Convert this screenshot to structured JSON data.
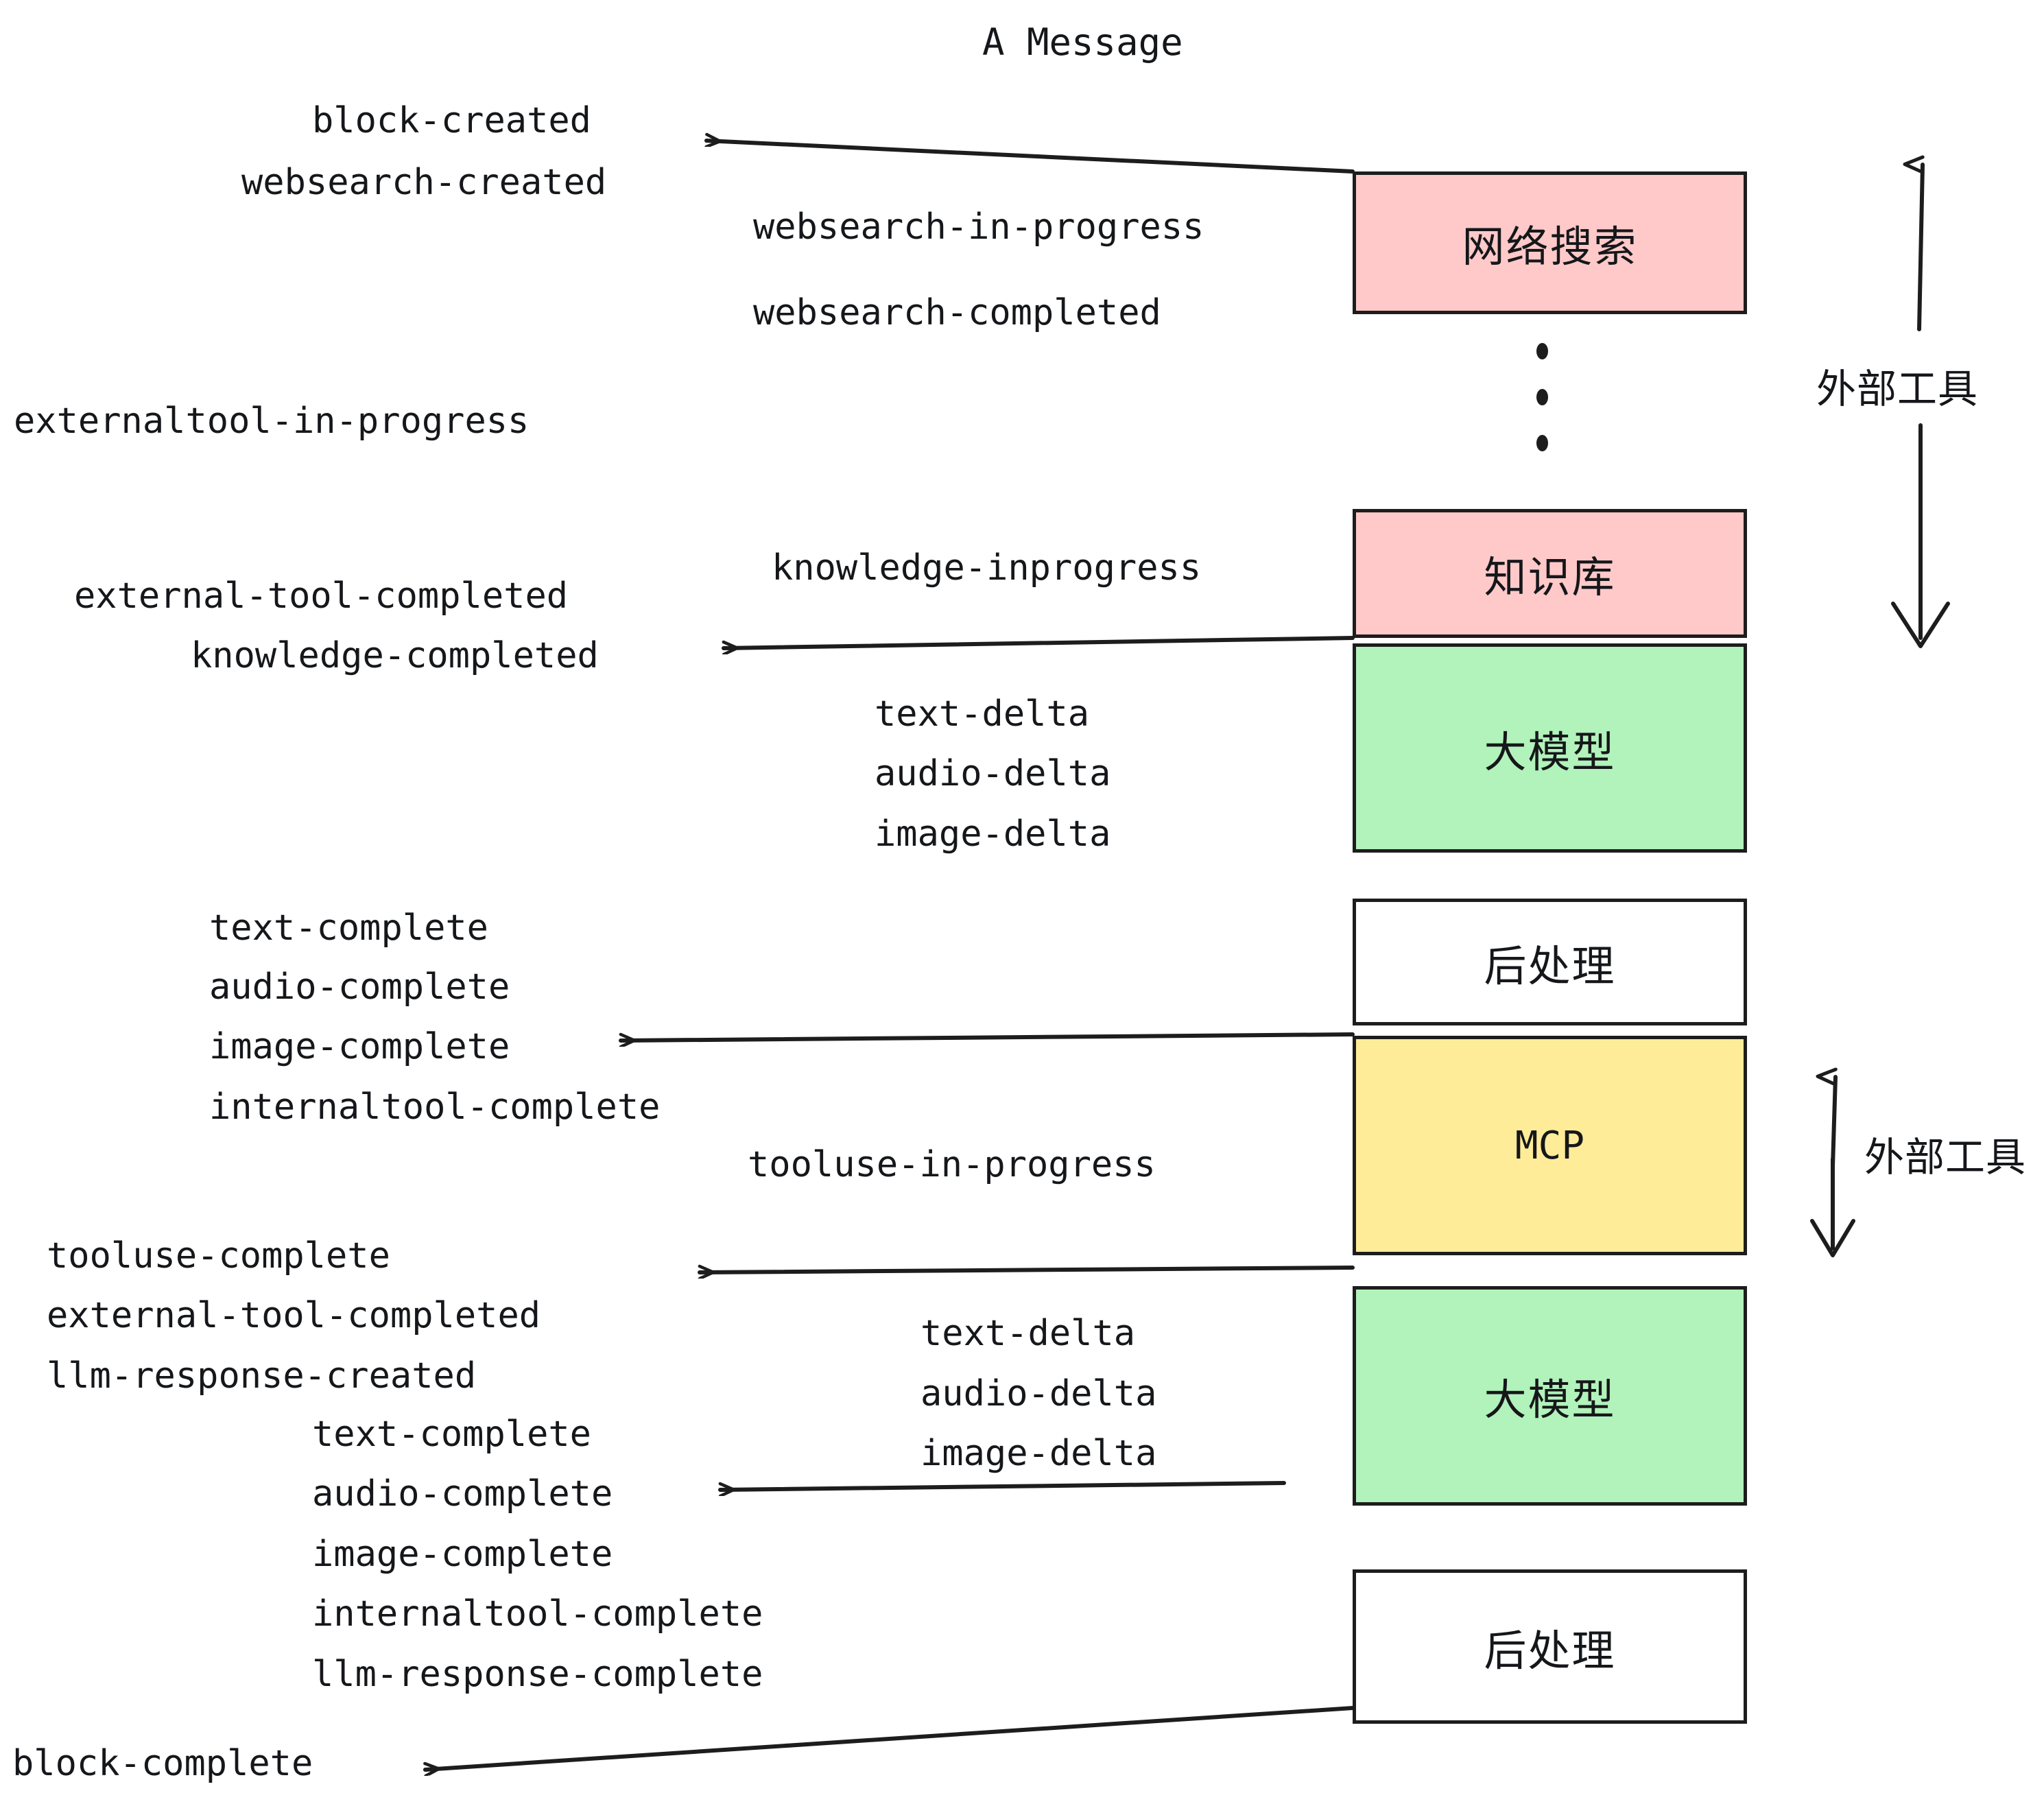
{
  "title": "A Message",
  "nodes": [
    {
      "id": "websearch",
      "label": "网络搜索",
      "color": "#ffc9c9"
    },
    {
      "id": "knowledge",
      "label": "知识库",
      "color": "#ffc9c9"
    },
    {
      "id": "llm-1",
      "label": "大模型",
      "color": "#b2f2bb"
    },
    {
      "id": "postprocess-1",
      "label": "后处理",
      "color": "#ffffff"
    },
    {
      "id": "mcp",
      "label": "MCP",
      "color": "#ffec99"
    },
    {
      "id": "llm-2",
      "label": "大模型",
      "color": "#b2f2bb"
    },
    {
      "id": "postprocess-2",
      "label": "后处理",
      "color": "#ffffff"
    }
  ],
  "side_labels": [
    {
      "id": "external-tools-top",
      "label": "外部工具"
    },
    {
      "id": "external-tools-bottom",
      "label": "外部工具"
    }
  ],
  "events": [
    {
      "id": "block-created",
      "label": "block-created"
    },
    {
      "id": "websearch-created",
      "label": "websearch-created"
    },
    {
      "id": "websearch-in-progress",
      "label": "websearch-in-progress"
    },
    {
      "id": "websearch-completed",
      "label": "websearch-completed"
    },
    {
      "id": "externaltool-in-progress",
      "label": "externaltool-in-progress"
    },
    {
      "id": "knowledge-inprogress",
      "label": "knowledge-inprogress"
    },
    {
      "id": "external-tool-completed-1",
      "label": "external-tool-completed"
    },
    {
      "id": "knowledge-completed",
      "label": "knowledge-completed"
    },
    {
      "id": "text-delta-1",
      "label": "text-delta"
    },
    {
      "id": "audio-delta-1",
      "label": "audio-delta"
    },
    {
      "id": "image-delta-1",
      "label": "image-delta"
    },
    {
      "id": "text-complete-1",
      "label": "text-complete"
    },
    {
      "id": "audio-complete-1",
      "label": "audio-complete"
    },
    {
      "id": "image-complete-1",
      "label": "image-complete"
    },
    {
      "id": "internaltool-complete-1",
      "label": "internaltool-complete"
    },
    {
      "id": "tooluse-in-progress",
      "label": "tooluse-in-progress"
    },
    {
      "id": "tooluse-complete",
      "label": "tooluse-complete"
    },
    {
      "id": "external-tool-completed-2",
      "label": "external-tool-completed"
    },
    {
      "id": "llm-response-created",
      "label": "llm-response-created"
    },
    {
      "id": "text-delta-2",
      "label": "text-delta"
    },
    {
      "id": "audio-delta-2",
      "label": "audio-delta"
    },
    {
      "id": "image-delta-2",
      "label": "image-delta"
    },
    {
      "id": "text-complete-2",
      "label": "text-complete"
    },
    {
      "id": "audio-complete-2",
      "label": "audio-complete"
    },
    {
      "id": "image-complete-2",
      "label": "image-complete"
    },
    {
      "id": "internaltool-complete-2",
      "label": "internaltool-complete"
    },
    {
      "id": "llm-response-complete",
      "label": "llm-response-complete"
    },
    {
      "id": "block-complete",
      "label": "block-complete"
    }
  ],
  "colors": {
    "pink": "#ffc9c9",
    "green": "#b2f2bb",
    "yellow": "#ffec99",
    "white": "#ffffff",
    "stroke": "#1d1d1d",
    "text": "#15171a"
  }
}
